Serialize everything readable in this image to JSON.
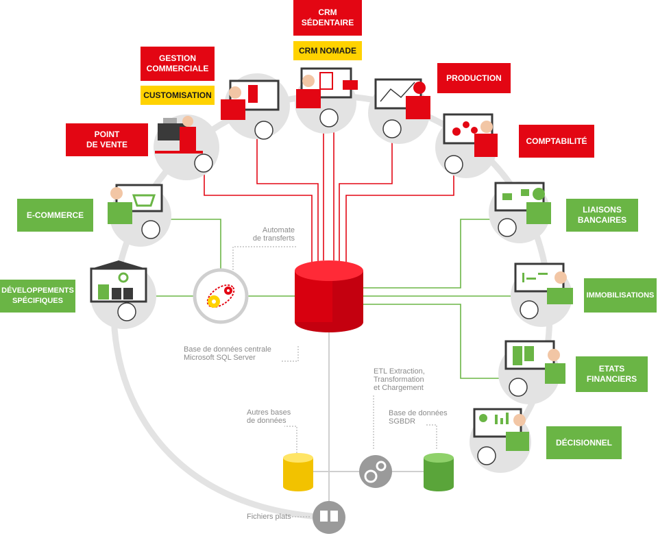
{
  "colors": {
    "red": "#e30613",
    "green": "#6ab545",
    "yellow": "#ffd200",
    "grey": "#e3e3e3",
    "dark": "#3a3a3a"
  },
  "modules": {
    "crm_sedentaire": "CRM\nSÉDENTAIRE",
    "crm_nomade": "CRM NOMADE",
    "gestion_commerciale": "GESTION\nCOMMERCIALE",
    "customisation": "CUSTOMISATION",
    "production": "PRODUCTION",
    "point_de_vente": "POINT\nDE VENTE",
    "comptabilite": "COMPTABILITÉ",
    "e_commerce": "E-COMMERCE",
    "liaisons_bancaires": "LIAISONS\nBANCAIRES",
    "developpements_specifiques": "DÉVELOPPEMENTS\nSPÉCIFIQUES",
    "immobilisations": "IMMOBILISATIONS",
    "etats_financiers": "ETATS\nFINANCIERS",
    "decisionnel": "DÉCISIONNEL"
  },
  "notes": {
    "automate": "Automate\nde transferts",
    "base_centrale": "Base de données centrale\nMicrosoft SQL Server",
    "etl": "ETL Extraction,\nTransformation\net Chargement",
    "autres_bases": "Autres bases\nde données",
    "sgbdr": "Base de données\nSGBDR",
    "fichiers_plats": "Fichiers plats"
  },
  "icons": {
    "gear": "gears-icon",
    "scale": "scale-icon",
    "files": "flat-files-icon",
    "database": "database-icon"
  }
}
